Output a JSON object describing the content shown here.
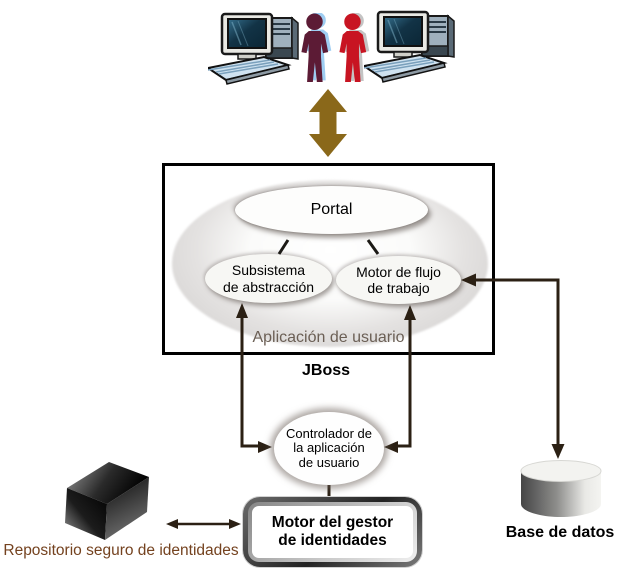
{
  "diagram": {
    "top": {
      "computer_left_icon": "desktop-computer-icon",
      "computer_right_icon": "desktop-computer-icon",
      "users_icon": "two-people-icon",
      "sync_arrow_icon": "double-vertical-arrow-icon"
    },
    "jboss": {
      "container_label": "JBoss",
      "app_ellipse_label": "Aplicación de usuario",
      "portal_label": "Portal",
      "subsystem_lines": [
        "Subsistema",
        "de abstracción"
      ],
      "workflow_lines": [
        "Motor de flujo",
        "de trabajo"
      ]
    },
    "controller_lines": [
      "Controlador de",
      "la aplicación",
      "de usuario"
    ],
    "identity_engine_lines": [
      "Motor del gestor",
      "de identidades"
    ],
    "repository_label": "Repositorio seguro de identidades",
    "database_label": "Base de datos",
    "colors": {
      "sync_arrow": "#8a681a",
      "connector_lines": "#2b2014",
      "repository_text": "#74421f",
      "app_ellipse_text": "#6b5f55",
      "person_left": "#5c1b35",
      "person_left_shadow": "#9ecdf2",
      "person_right": "#c81422",
      "person_right_shadow": "#c4c4c4",
      "screen": "#15394c",
      "keyboard": "#cfe2f0"
    }
  }
}
